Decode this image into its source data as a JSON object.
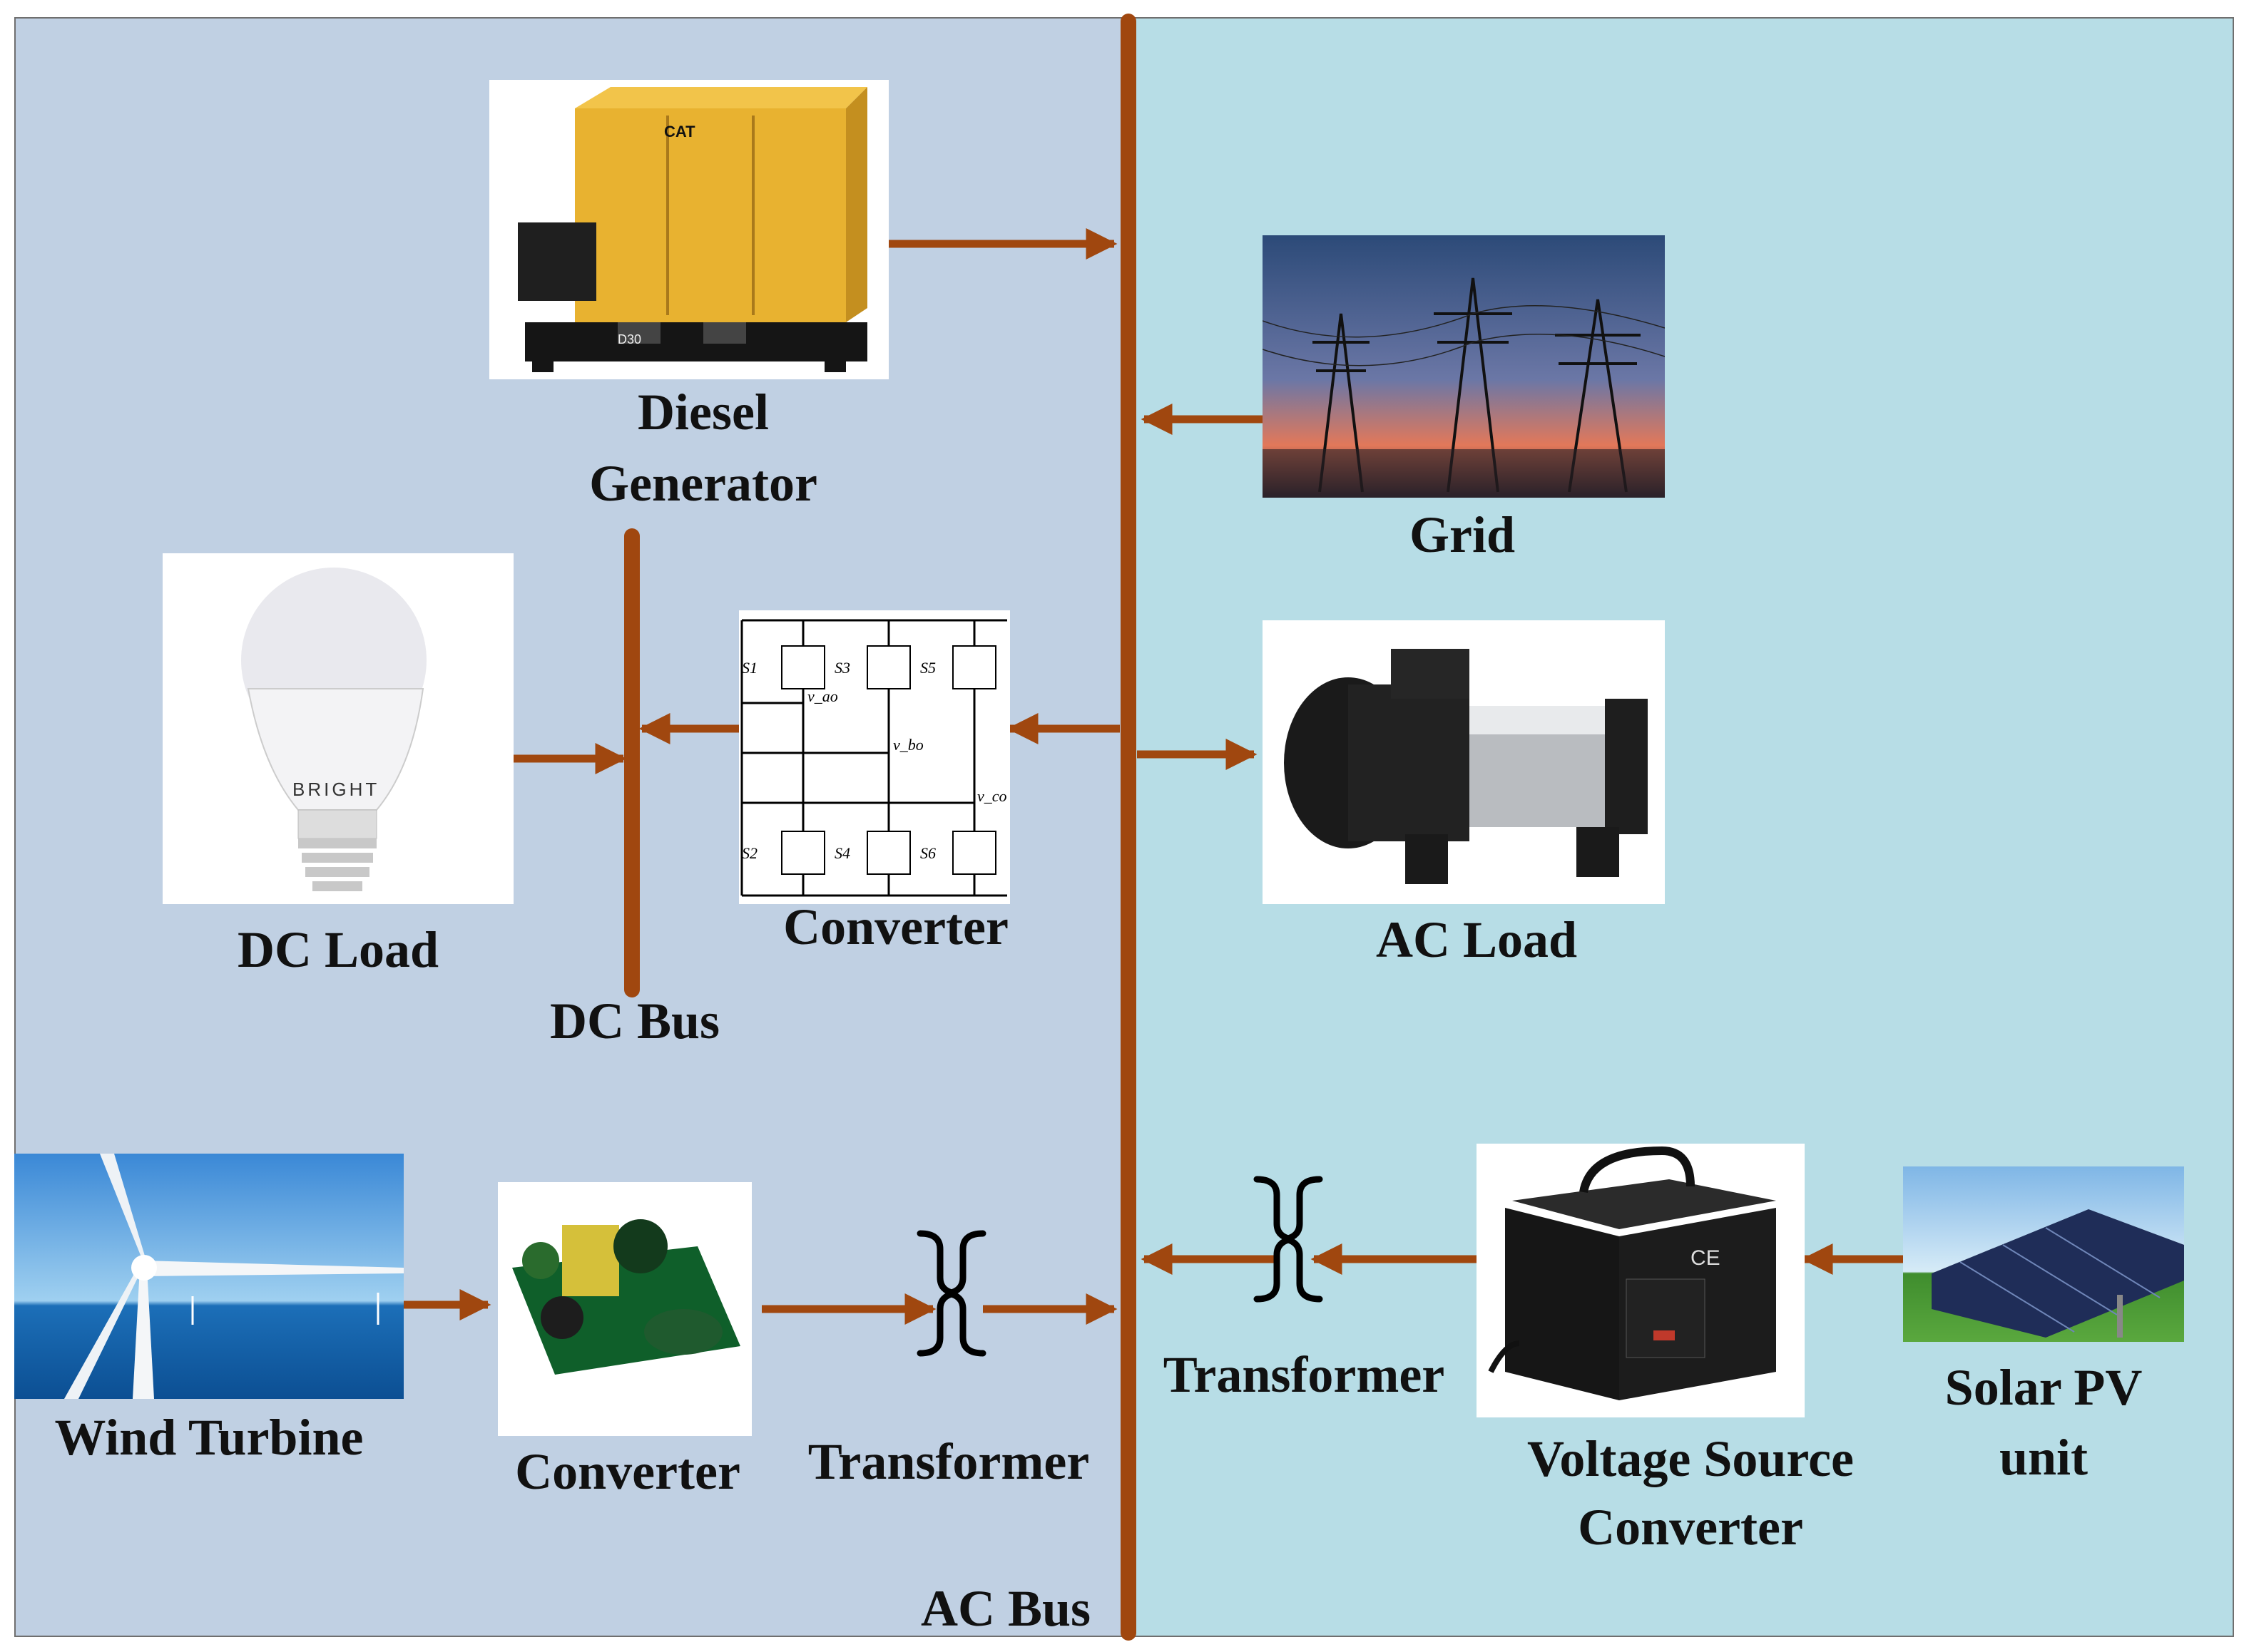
{
  "labels": {
    "diesel_1": "Diesel",
    "diesel_2": "Generator",
    "grid": "Grid",
    "dc_load": "DC Load",
    "converter_top": "Converter",
    "ac_load": "AC Load",
    "dc_bus": "DC Bus",
    "wind_turbine": "Wind Turbine",
    "converter_bottom": "Converter",
    "transformer_left": "Transformer",
    "transformer_right": "Transformer",
    "vsc_1": "Voltage Source",
    "vsc_2": "Converter",
    "solar_1": "Solar PV",
    "solar_2": "unit",
    "ac_bus": "AC Bus"
  },
  "image_text": {
    "genset_brand": "CAT",
    "genset_model": "D30",
    "bulb_brand": "BRIGHT",
    "vsc_ce": "CE",
    "converter_switches": [
      "S1",
      "S3",
      "S5",
      "S2",
      "S4",
      "S6"
    ],
    "converter_nodes": [
      "v_ao",
      "v_bo",
      "v_co"
    ]
  },
  "colors": {
    "bus": "#a0470f",
    "left_bg": "#c0d0e3",
    "right_bg": "#b7dde6"
  }
}
